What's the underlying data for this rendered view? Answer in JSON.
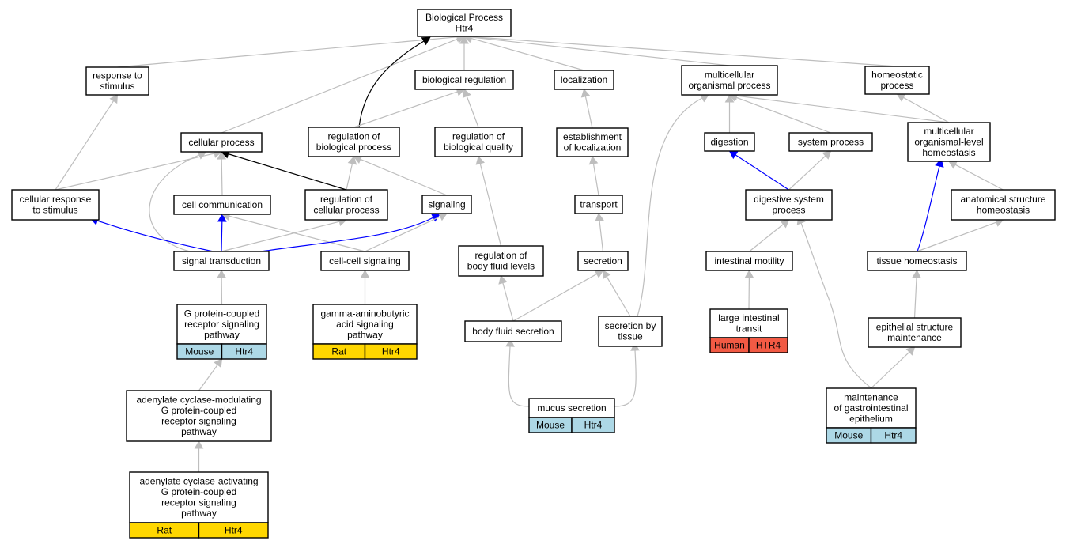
{
  "colors": {
    "edge_default": "#bebebe",
    "edge_black": "#000000",
    "edge_blue": "#0000ff",
    "mouse": "#add8e6",
    "rat": "#ffd700",
    "human": "#f25a44"
  },
  "nodes": [
    {
      "id": "bp",
      "lines": [
        "Biological Process",
        "Htr4"
      ]
    },
    {
      "id": "resp_stim",
      "lines": [
        "response to",
        "stimulus"
      ]
    },
    {
      "id": "bio_reg",
      "lines": [
        "biological regulation"
      ]
    },
    {
      "id": "localization",
      "lines": [
        "localization"
      ]
    },
    {
      "id": "multicell_proc",
      "lines": [
        "multicellular",
        "organismal process"
      ]
    },
    {
      "id": "homeo_proc",
      "lines": [
        "homeostatic",
        "process"
      ]
    },
    {
      "id": "cell_proc",
      "lines": [
        "cellular process"
      ]
    },
    {
      "id": "reg_bio_proc",
      "lines": [
        "regulation of",
        "biological process"
      ]
    },
    {
      "id": "reg_bio_qual",
      "lines": [
        "regulation of",
        "biological quality"
      ]
    },
    {
      "id": "estab_loc",
      "lines": [
        "establishment",
        "of localization"
      ]
    },
    {
      "id": "digestion",
      "lines": [
        "digestion"
      ]
    },
    {
      "id": "system_proc",
      "lines": [
        "system process"
      ]
    },
    {
      "id": "mc_homeo",
      "lines": [
        "multicellular",
        "organismal-level",
        "homeostasis"
      ]
    },
    {
      "id": "cell_resp",
      "lines": [
        "cellular response",
        "to stimulus"
      ]
    },
    {
      "id": "cell_comm",
      "lines": [
        "cell communication"
      ]
    },
    {
      "id": "reg_cell_proc",
      "lines": [
        "regulation of",
        "cellular process"
      ]
    },
    {
      "id": "signaling",
      "lines": [
        "signaling"
      ]
    },
    {
      "id": "transport",
      "lines": [
        "transport"
      ]
    },
    {
      "id": "dig_sys",
      "lines": [
        "digestive system",
        "process"
      ]
    },
    {
      "id": "anat_homeo",
      "lines": [
        "anatomical structure",
        "homeostasis"
      ]
    },
    {
      "id": "sig_trans",
      "lines": [
        "signal transduction"
      ]
    },
    {
      "id": "cc_sig",
      "lines": [
        "cell-cell signaling"
      ]
    },
    {
      "id": "reg_bfl",
      "lines": [
        "regulation of",
        "body fluid levels"
      ]
    },
    {
      "id": "secretion",
      "lines": [
        "secretion"
      ]
    },
    {
      "id": "int_mot",
      "lines": [
        "intestinal motility"
      ]
    },
    {
      "id": "tissue_homeo",
      "lines": [
        "tissue homeostasis"
      ]
    },
    {
      "id": "gpcr",
      "lines": [
        "G protein-coupled",
        "receptor signaling",
        "pathway"
      ],
      "annotation": [
        "Mouse",
        "Htr4"
      ],
      "species": "mouse"
    },
    {
      "id": "gaba",
      "lines": [
        "gamma-aminobutyric",
        "acid signaling",
        "pathway"
      ],
      "annotation": [
        "Rat",
        "Htr4"
      ],
      "species": "rat"
    },
    {
      "id": "bfs",
      "lines": [
        "body fluid secretion"
      ]
    },
    {
      "id": "sec_tissue",
      "lines": [
        "secretion by",
        "tissue"
      ]
    },
    {
      "id": "lit",
      "lines": [
        "large intestinal",
        "transit"
      ],
      "annotation": [
        "Human",
        "HTR4"
      ],
      "species": "human"
    },
    {
      "id": "esm",
      "lines": [
        "epithelial structure",
        "maintenance"
      ]
    },
    {
      "id": "ac_mod",
      "lines": [
        "adenylate cyclase-modulating",
        "G protein-coupled",
        "receptor signaling",
        "pathway"
      ]
    },
    {
      "id": "mucus",
      "lines": [
        "mucus secretion"
      ],
      "annotation": [
        "Mouse",
        "Htr4"
      ],
      "species": "mouse"
    },
    {
      "id": "maint_gi",
      "lines": [
        "maintenance",
        "of gastrointestinal",
        "epithelium"
      ],
      "annotation": [
        "Mouse",
        "Htr4"
      ],
      "species": "mouse"
    },
    {
      "id": "ac_act",
      "lines": [
        "adenylate cyclase-activating",
        "G protein-coupled",
        "receptor signaling",
        "pathway"
      ],
      "annotation": [
        "Rat",
        "Htr4"
      ],
      "species": "rat"
    }
  ],
  "edges": [
    {
      "from": "resp_stim",
      "to": "bp",
      "color": "grey"
    },
    {
      "from": "cell_proc",
      "to": "bp",
      "color": "grey"
    },
    {
      "from": "reg_bio_proc",
      "to": "bp",
      "color": "black"
    },
    {
      "from": "bio_reg",
      "to": "bp",
      "color": "grey"
    },
    {
      "from": "localization",
      "to": "bp",
      "color": "grey"
    },
    {
      "from": "multicell_proc",
      "to": "bp",
      "color": "grey"
    },
    {
      "from": "homeo_proc",
      "to": "bp",
      "color": "grey"
    },
    {
      "from": "cell_resp",
      "to": "resp_stim",
      "color": "grey"
    },
    {
      "from": "reg_bio_proc",
      "to": "bio_reg",
      "color": "grey"
    },
    {
      "from": "reg_bio_qual",
      "to": "bio_reg",
      "color": "grey"
    },
    {
      "from": "estab_loc",
      "to": "localization",
      "color": "grey"
    },
    {
      "from": "digestion",
      "to": "multicell_proc",
      "color": "grey"
    },
    {
      "from": "system_proc",
      "to": "multicell_proc",
      "color": "grey"
    },
    {
      "from": "mc_homeo",
      "to": "multicell_proc",
      "color": "grey"
    },
    {
      "from": "sec_tissue",
      "to": "multicell_proc",
      "color": "grey"
    },
    {
      "from": "mc_homeo",
      "to": "homeo_proc",
      "color": "grey"
    },
    {
      "from": "cell_resp",
      "to": "cell_proc",
      "color": "grey"
    },
    {
      "from": "cell_comm",
      "to": "cell_proc",
      "color": "grey"
    },
    {
      "from": "reg_cell_proc",
      "to": "cell_proc",
      "color": "black"
    },
    {
      "from": "sig_trans",
      "to": "cell_proc",
      "color": "grey"
    },
    {
      "from": "reg_cell_proc",
      "to": "reg_bio_proc",
      "color": "grey"
    },
    {
      "from": "signaling",
      "to": "reg_bio_proc",
      "color": "grey"
    },
    {
      "from": "reg_bfl",
      "to": "reg_bio_qual",
      "color": "grey"
    },
    {
      "from": "transport",
      "to": "estab_loc",
      "color": "grey"
    },
    {
      "from": "dig_sys",
      "to": "digestion",
      "color": "blue"
    },
    {
      "from": "dig_sys",
      "to": "system_proc",
      "color": "grey"
    },
    {
      "from": "tissue_homeo",
      "to": "mc_homeo",
      "color": "blue"
    },
    {
      "from": "anat_homeo",
      "to": "mc_homeo",
      "color": "grey"
    },
    {
      "from": "sig_trans",
      "to": "cell_resp",
      "color": "blue"
    },
    {
      "from": "sig_trans",
      "to": "cell_comm",
      "color": "blue"
    },
    {
      "from": "cc_sig",
      "to": "cell_comm",
      "color": "grey"
    },
    {
      "from": "sig_trans",
      "to": "reg_cell_proc",
      "color": "grey"
    },
    {
      "from": "sig_trans",
      "to": "signaling",
      "color": "blue"
    },
    {
      "from": "cc_sig",
      "to": "signaling",
      "color": "grey"
    },
    {
      "from": "secretion",
      "to": "transport",
      "color": "grey"
    },
    {
      "from": "int_mot",
      "to": "dig_sys",
      "color": "grey"
    },
    {
      "from": "maint_gi",
      "to": "dig_sys",
      "color": "grey"
    },
    {
      "from": "tissue_homeo",
      "to": "anat_homeo",
      "color": "grey"
    },
    {
      "from": "gpcr",
      "to": "sig_trans",
      "color": "grey"
    },
    {
      "from": "gaba",
      "to": "cc_sig",
      "color": "grey"
    },
    {
      "from": "bfs",
      "to": "reg_bfl",
      "color": "grey"
    },
    {
      "from": "bfs",
      "to": "secretion",
      "color": "grey"
    },
    {
      "from": "sec_tissue",
      "to": "secretion",
      "color": "grey"
    },
    {
      "from": "lit",
      "to": "int_mot",
      "color": "grey"
    },
    {
      "from": "esm",
      "to": "tissue_homeo",
      "color": "grey"
    },
    {
      "from": "ac_mod",
      "to": "gpcr",
      "color": "grey"
    },
    {
      "from": "mucus",
      "to": "bfs",
      "color": "grey"
    },
    {
      "from": "mucus",
      "to": "sec_tissue",
      "color": "grey"
    },
    {
      "from": "maint_gi",
      "to": "esm",
      "color": "grey"
    },
    {
      "from": "ac_act",
      "to": "ac_mod",
      "color": "grey"
    }
  ]
}
